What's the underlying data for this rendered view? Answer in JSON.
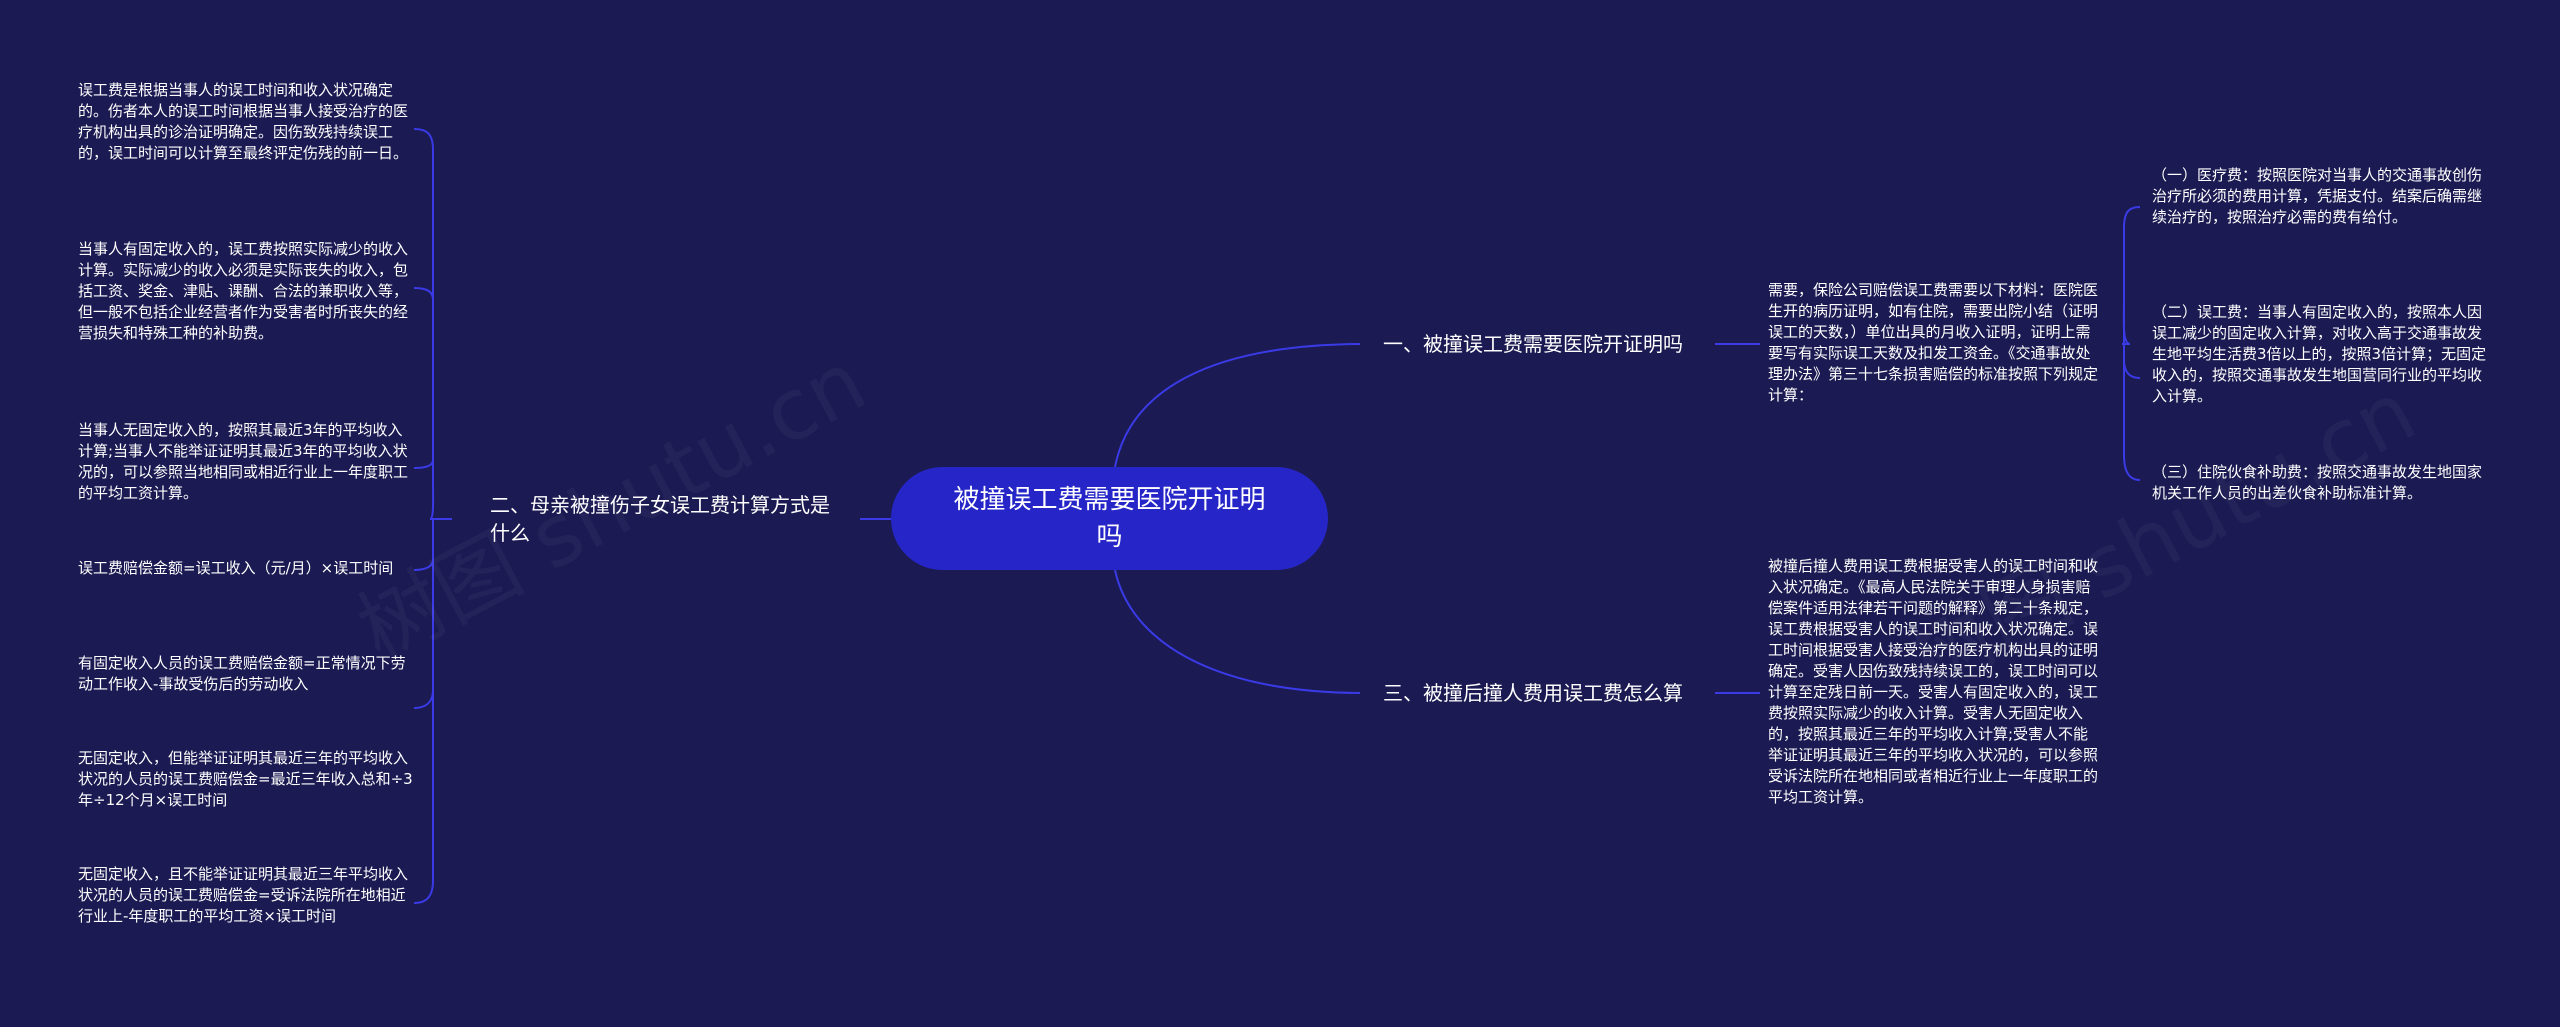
{
  "root": {
    "title": "被撞误工费需要医院开证明吗"
  },
  "branches": {
    "b1": {
      "label": "一、被撞误工费需要医院开证明吗"
    },
    "b2": {
      "label": "二、母亲被撞伤子女误工费计算方式是什么"
    },
    "b3": {
      "label": "三、被撞后撞人费用误工费怎么算"
    }
  },
  "b1_detail": {
    "text": "需要，保险公司赔偿误工费需要以下材料：医院医生开的病历证明，如有住院，需要出院小结（证明误工的天数，）单位出具的月收入证明，证明上需要写有实际误工天数及扣发工资金。《交通事故处理办法》第三十七条损害赔偿的标准按照下列规定计算："
  },
  "b1_items": [
    {
      "text": "（一）医疗费：按照医院对当事人的交通事故创伤治疗所必须的费用计算，凭据支付。结案后确需继续治疗的，按照治疗必需的费有给付。"
    },
    {
      "text": "（二）误工费：当事人有固定收入的，按照本人因误工减少的固定收入计算，对收入高于交通事故发生地平均生活费3倍以上的，按照3倍计算；无固定收入的，按照交通事故发生地国营同行业的平均收入计算。"
    },
    {
      "text": "（三）住院伙食补助费：按照交通事故发生地国家机关工作人员的出差伙食补助标准计算。"
    }
  ],
  "b2_items": [
    {
      "text": "误工费是根据当事人的误工时间和收入状况确定的。伤者本人的误工时间根据当事人接受治疗的医疗机构出具的诊治证明确定。因伤致残持续误工的，误工时间可以计算至最终评定伤残的前一日。"
    },
    {
      "text": "当事人有固定收入的，误工费按照实际减少的收入计算。实际减少的收入必须是实际丧失的收入，包括工资、奖金、津贴、课酬、合法的兼职收入等，但一般不包括企业经营者作为受害者时所丧失的经营损失和特殊工种的补助费。"
    },
    {
      "text": "当事人无固定收入的，按照其最近3年的平均收入计算;当事人不能举证证明其最近3年的平均收入状况的，可以参照当地相同或相近行业上一年度职工的平均工资计算。"
    },
    {
      "text": "误工费赔偿金额=误工收入（元/月）×误工时间"
    },
    {
      "text": "有固定收入人员的误工费赔偿金额=正常情况下劳动工作收入-事故受伤后的劳动收入"
    },
    {
      "text": "无固定收入，但能举证证明其最近三年的平均收入状况的人员的误工费赔偿金=最近三年收入总和÷3年÷12个月×误工时间"
    },
    {
      "text": "无固定收入，且不能举证证明其最近三年平均收入状况的人员的误工费赔偿金=受诉法院所在地相近行业上-年度职工的平均工资×误工时间"
    }
  ],
  "b3_detail": {
    "text": "被撞后撞人费用误工费根据受害人的误工时间和收入状况确定。《最高人民法院关于审理人身损害赔偿案件适用法律若干问题的解释》第二十条规定，误工费根据受害人的误工时间和收入状况确定。误工时间根据受害人接受治疗的医疗机构出具的证明确定。受害人因伤致残持续误工的，误工时间可以计算至定残日前一天。受害人有固定收入的，误工费按照实际减少的收入计算。受害人无固定收入的，按照其最近三年的平均收入计算;受害人不能举证证明其最近三年的平均收入状况的，可以参照受诉法院所在地相同或者相近行业上一年度职工的平均工资计算。"
  },
  "colors": {
    "background": "#1b1a52",
    "root": "#2626c8",
    "link": "#3a3ae6",
    "text": "#ffffff"
  }
}
